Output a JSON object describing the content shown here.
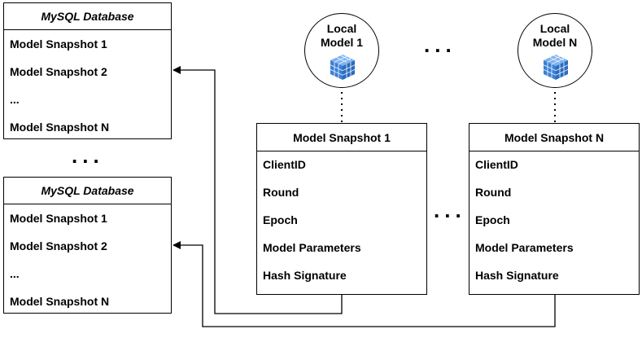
{
  "databases": [
    {
      "title": "MySQL Database",
      "rows": [
        "Model Snapshot 1",
        "Model Snapshot 2",
        "...",
        "Model Snapshot N"
      ]
    },
    {
      "title": "MySQL Database",
      "rows": [
        "Model Snapshot 1",
        "Model Snapshot 2",
        "...",
        "Model Snapshot N"
      ]
    }
  ],
  "db_gap_ellipsis": "...",
  "local_models": [
    {
      "label_line1": "Local",
      "label_line2": "Model 1",
      "icon": "cube-grid-icon"
    },
    {
      "label_line1": "Local",
      "label_line2": "Model N",
      "icon": "cube-grid-icon"
    }
  ],
  "models_gap_ellipsis": "...",
  "snapshots": [
    {
      "title": "Model Snapshot 1",
      "fields": [
        "ClientID",
        "Round",
        "Epoch",
        "Model Parameters",
        "Hash Signature"
      ]
    },
    {
      "title": "Model Snapshot N",
      "fields": [
        "ClientID",
        "Round",
        "Epoch",
        "Model Parameters",
        "Hash Signature"
      ]
    }
  ],
  "snapshots_gap_ellipsis": "...",
  "colors": {
    "cube": "#3b7fd6",
    "cube_light": "#7fb2ee",
    "line": "#000000"
  }
}
